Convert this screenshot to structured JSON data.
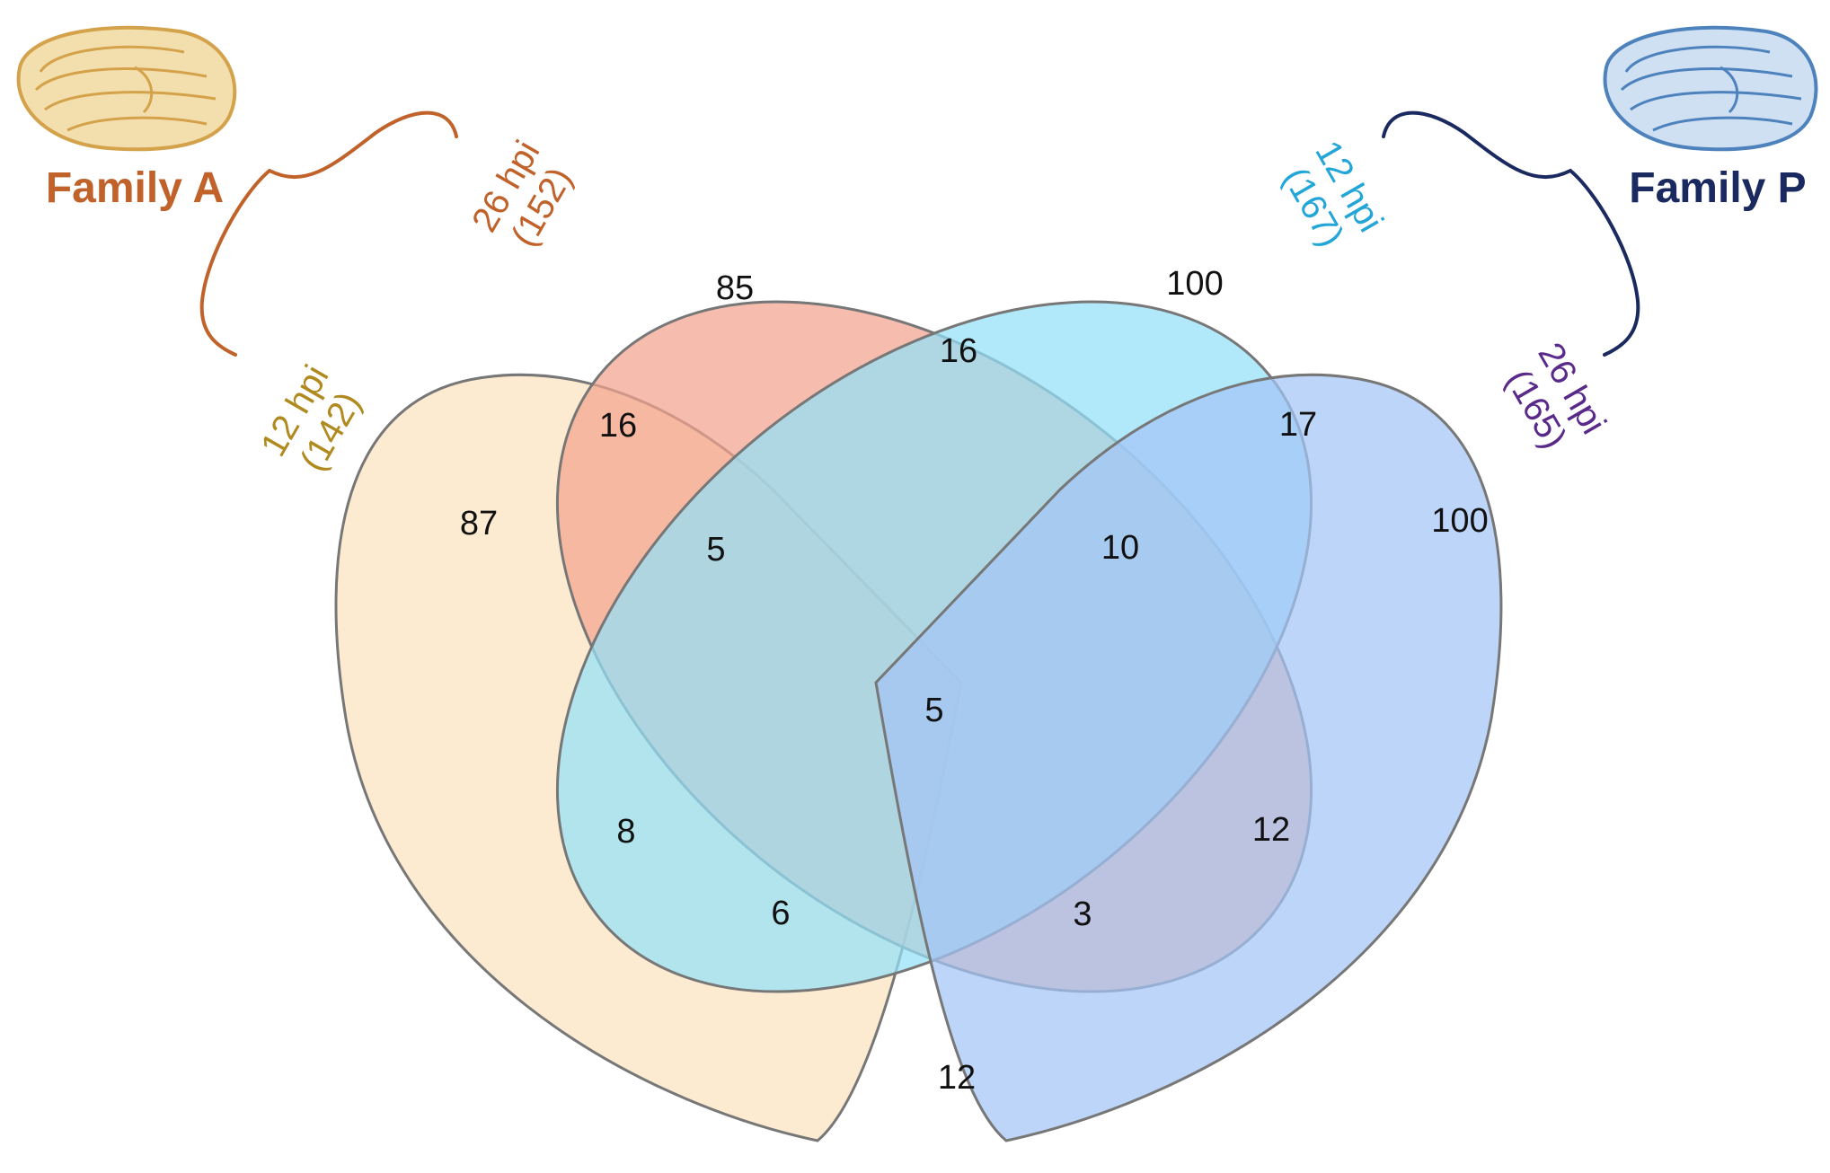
{
  "families": {
    "a": {
      "label": "Family A",
      "color": "#C0622A",
      "shell_color": "#D4A24A"
    },
    "p": {
      "label": "Family P",
      "color": "#1A2A60",
      "shell_color": "#4E82BD"
    }
  },
  "sets": [
    {
      "id": "a12",
      "time": "12 hpi",
      "count": "(142)",
      "label_color": "#B08A1E",
      "fill": "#FCE3BF"
    },
    {
      "id": "a26",
      "time": "26 hpi",
      "count": "(152)",
      "label_color": "#C0622A",
      "fill": "#F3A48F"
    },
    {
      "id": "p12",
      "time": "12 hpi",
      "count": "(167)",
      "label_color": "#22A6D8",
      "fill": "#93E0F8"
    },
    {
      "id": "p26",
      "time": "26 hpi",
      "count": "(165)",
      "label_color": "#5A2A8A",
      "fill": "#A3C5F5"
    }
  ],
  "regions": {
    "a12_only": "87",
    "a26_only": "85",
    "p12_only": "100",
    "p26_only": "100",
    "a12_a26": "16",
    "a26_p12": "16",
    "p12_p26": "17",
    "a12_a26_p12": "5",
    "a26_p12_p26": "10",
    "all": "5",
    "a12_p12": "8",
    "a26_p26": "12",
    "a12_p12_p26": "6",
    "a12_a26_p26": "3",
    "a12_p26": "12"
  }
}
